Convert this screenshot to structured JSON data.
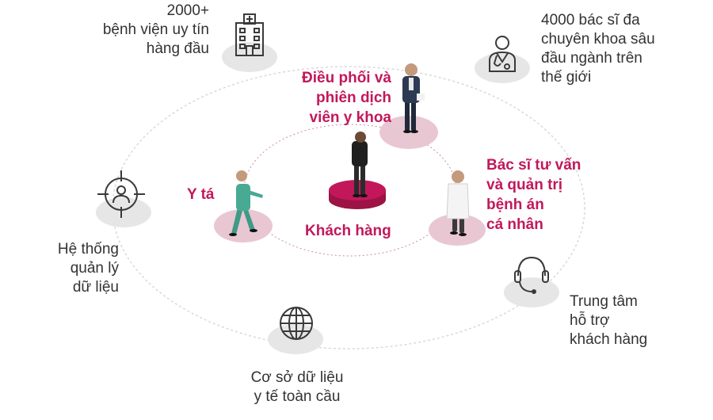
{
  "colors": {
    "accent": "#c2185b",
    "role_disc": "#e8c7d3",
    "icon_disc": "#e6e6e6",
    "icon_stroke": "#3a3a3a",
    "orbit": "#d9d9d9",
    "inner_orbit": "#d18aa6",
    "text": "#333333"
  },
  "center": {
    "label": "Khách hàng",
    "icon": "standing-person"
  },
  "roles": [
    {
      "id": "coordinator",
      "lines": [
        "Điều phối và",
        "phiên dịch",
        "viên y khoa"
      ],
      "icon": "man-in-suit"
    },
    {
      "id": "consultant",
      "lines": [
        "Bác sĩ tư vấn",
        "và quản trị",
        "bệnh án",
        "cá nhân"
      ],
      "icon": "doctor-in-white-coat"
    },
    {
      "id": "nurse",
      "lines": [
        "Y tá"
      ],
      "icon": "nurse-walking"
    }
  ],
  "resources": [
    {
      "id": "hospitals",
      "icon": "hospital-icon",
      "lines": [
        "2000+",
        "bệnh viện uy tín",
        "hàng đầu"
      ]
    },
    {
      "id": "doctors",
      "icon": "doctor-icon",
      "lines": [
        "4000 bác sĩ đa",
        "chuyên khoa sâu",
        "đầu ngành trên",
        "thế giới"
      ]
    },
    {
      "id": "data-system",
      "icon": "crosshair-user-icon",
      "lines": [
        "Hệ thống",
        "quản lý",
        "dữ liệu"
      ]
    },
    {
      "id": "support",
      "icon": "headset-icon",
      "lines": [
        "Trung tâm",
        "hỗ trợ",
        "khách hàng"
      ]
    },
    {
      "id": "database",
      "icon": "globe-icon",
      "lines": [
        "Cơ sở dữ liệu",
        "y tế toàn cầu"
      ]
    }
  ]
}
